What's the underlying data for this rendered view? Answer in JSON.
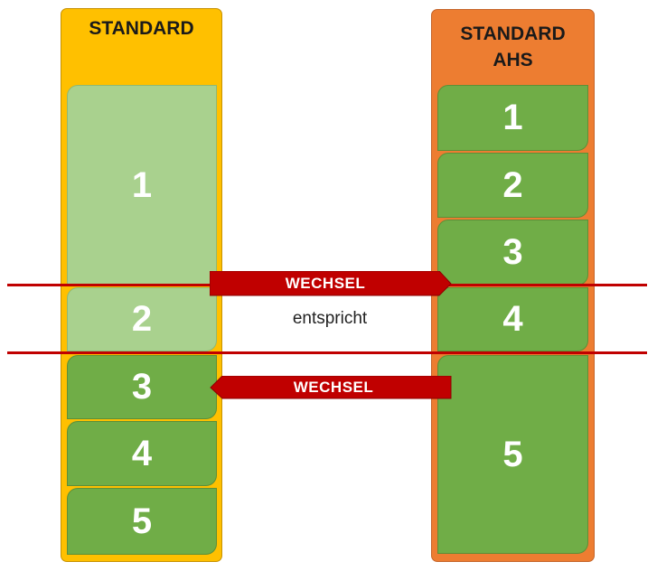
{
  "left_column": {
    "title": "STANDARD",
    "blocks": [
      "1",
      "2",
      "3",
      "4",
      "5"
    ]
  },
  "right_column": {
    "title_line1": "STANDARD",
    "title_line2": "AHS",
    "blocks": [
      "1",
      "2",
      "3",
      "4",
      "5"
    ]
  },
  "arrows": {
    "top_label": "WECHSEL",
    "bottom_label": "WECHSEL"
  },
  "middle_text": "entspricht",
  "colors": {
    "left_column_bg": "#ffc000",
    "right_column_bg": "#ed7d31",
    "block_light": "#a9d18e",
    "block_dark": "#70ad47",
    "line_red": "#c00000"
  }
}
